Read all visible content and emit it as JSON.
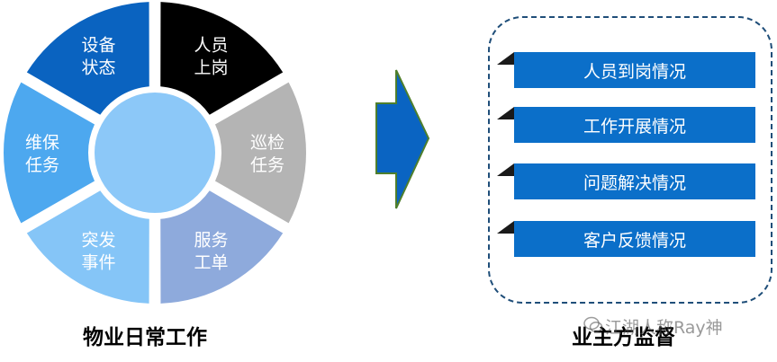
{
  "wheel": {
    "segments": [
      {
        "line1": "设备",
        "line2": "状态",
        "color": "#0a63c0"
      },
      {
        "line1": "人员",
        "line2": "上岗",
        "color": "#000000"
      },
      {
        "line1": "巡检",
        "line2": "任务",
        "color": "#b4b4b4"
      },
      {
        "line1": "服务",
        "line2": "工单",
        "color": "#8eaadc"
      },
      {
        "line1": "突发",
        "line2": "事件",
        "color": "#85c5f7"
      },
      {
        "line1": "维保",
        "line2": "任务",
        "color": "#4da8ef"
      }
    ],
    "center_color": "#8cc8f8",
    "caption": "物业日常工作"
  },
  "arrow": {
    "fill": "#0a64c2",
    "stroke": "#4f7f2c"
  },
  "panel": {
    "items": [
      "人员到岗情况",
      "工作开展情况",
      "问题解决情况",
      "客户反馈情况"
    ],
    "bar_color": "#0b6fc9",
    "caption": "业主方监督"
  },
  "watermark": {
    "text": "江湖人称Ray神"
  }
}
